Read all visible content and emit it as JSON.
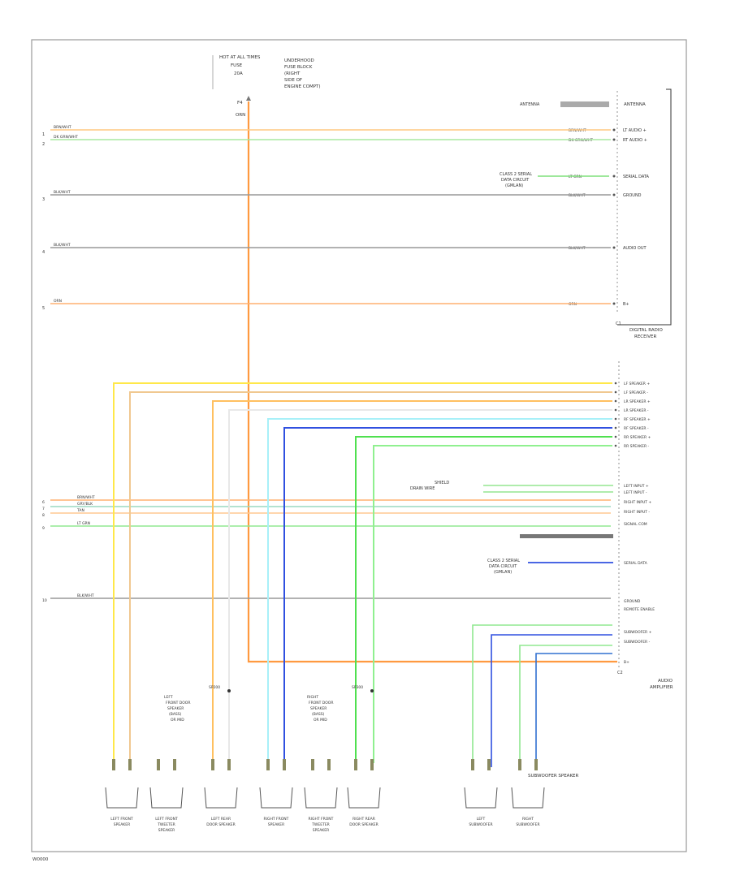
{
  "footer_id": "W0000",
  "antenna_block": {
    "lines": [
      "HOT AT ALL TIMES",
      "FUSE",
      "20A"
    ],
    "notes": [
      "UNDERHOOD",
      "FUSE BLOCK",
      "(RIGHT",
      "SIDE OF",
      "ENGINE COMPT)"
    ],
    "fuse": "F4",
    "wire": "ORN"
  },
  "radio": {
    "label_lines": [
      "DIGITAL RADIO",
      "RECEIVER"
    ],
    "antenna_label": "ANTENNA",
    "connector_label": "C1",
    "pins": [
      {
        "label": "LT AUDIO +",
        "color": "#ffc880"
      },
      {
        "label": "RT AUDIO +",
        "color": "#a8e8a0"
      },
      {
        "label": "SERIAL DATA",
        "color": "#90e890"
      },
      {
        "label": "GROUND",
        "color": "#999999"
      },
      {
        "label": "AUDIO OUT",
        "color": "#999999"
      },
      {
        "label": "B+",
        "color": "#ffb070"
      }
    ],
    "left_circuits": [
      {
        "num": "1",
        "label": "BRN/WHT"
      },
      {
        "num": "2",
        "label": "DK GRN/WHT"
      },
      {
        "num": "3",
        "label": "BLK/WHT"
      },
      {
        "num": "4",
        "label": "BLK/WHT"
      },
      {
        "num": "5",
        "label": "ORN"
      }
    ],
    "wire_codes": [
      "BRN/WHT",
      "DK GRN/WHT",
      "LT GRN",
      "BLK/WHT",
      "BLK/WHT",
      "ORN"
    ],
    "serial_note": [
      "CLASS 2 SERIAL",
      "DATA CIRCUIT",
      "(GMLAN)"
    ]
  },
  "amp": {
    "label_lines": [
      "AUDIO",
      "AMPLIFIER"
    ],
    "connector_label": "C2",
    "upper_pins": [
      "LF SPEAKER +",
      "LF SPEAKER -",
      "LR SPEAKER +",
      "LR SPEAKER -",
      "RF SPEAKER +",
      "RF SPEAKER -",
      "RR SPEAKER +",
      "RR SPEAKER -"
    ],
    "mid_pins": [
      "LEFT INPUT +",
      "LEFT INPUT -",
      "RIGHT INPUT +",
      "RIGHT INPUT -",
      "SIGNAL COM"
    ],
    "lower_pins": [
      "SERIAL DATA",
      "GROUND",
      "REMOTE ENABLE",
      "SUBWOOFER +",
      "SUBWOOFER -",
      "B+"
    ],
    "left_circuits": [
      {
        "num": "6",
        "label": "BRN/WHT"
      },
      {
        "num": "7",
        "label": "GRY/BLK"
      },
      {
        "num": "8",
        "label": "TAN"
      },
      {
        "num": "9",
        "label": "LT GRN"
      },
      {
        "num": "10",
        "label": "BLK/WHT"
      }
    ],
    "shield_note": [
      "SHIELD",
      "DRAIN WIRE"
    ]
  },
  "splices": [
    {
      "id": "SP200",
      "note": [
        "LEFT",
        "FRONT DOOR",
        "SPEAKER",
        "(BASS)",
        "OR MID"
      ]
    },
    {
      "id": "SP300",
      "note": [
        "RIGHT",
        "FRONT DOOR",
        "SPEAKER",
        "(BASS)",
        "OR MID"
      ]
    }
  ],
  "subwoofer_note": "SUBWOOFER SPEAKER",
  "speakers": [
    {
      "lines": [
        "LEFT FRONT",
        "SPEAKER"
      ]
    },
    {
      "lines": [
        "LEFT FRONT",
        "TWEETER",
        "SPEAKER"
      ]
    },
    {
      "lines": [
        "LEFT REAR",
        "DOOR SPEAKER"
      ]
    },
    {
      "lines": [
        "RIGHT FRONT",
        "SPEAKER"
      ]
    },
    {
      "lines": [
        "RIGHT FRONT",
        "TWEETER",
        "SPEAKER"
      ]
    },
    {
      "lines": [
        "RIGHT REAR",
        "DOOR SPEAKER"
      ]
    },
    {
      "lines": [
        "LEFT",
        "SUBWOOFER"
      ]
    },
    {
      "lines": [
        "RIGHT",
        "SUBWOOFER"
      ]
    }
  ]
}
